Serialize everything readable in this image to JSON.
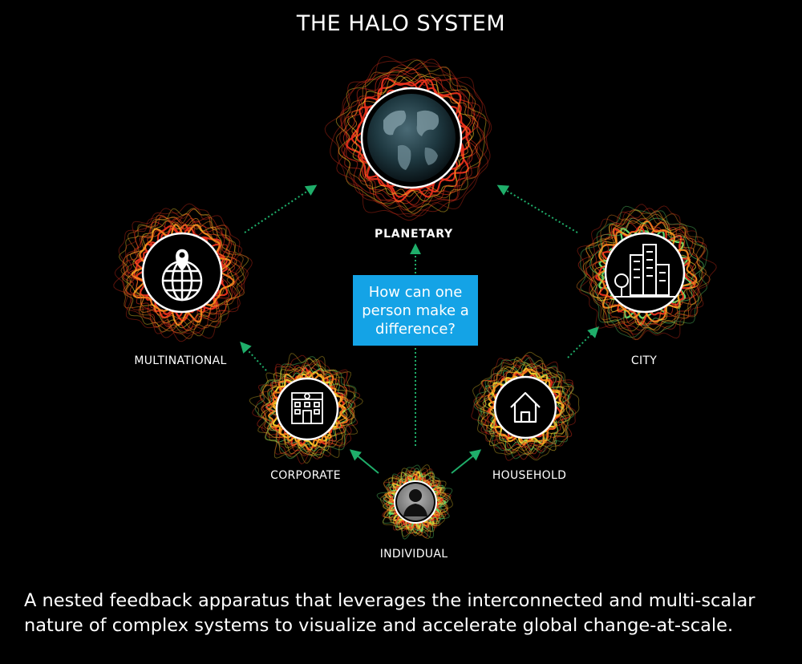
{
  "title": "THE HALO SYSTEM",
  "question": "How can one person make a difference?",
  "caption": "A nested feedback apparatus that leverages the interconnected and multi-scalar nature of complex systems to visualize and accelerate global change-at-scale.",
  "nodes": {
    "planetary": {
      "label": "PLANETARY",
      "icon": "globe-earth-icon"
    },
    "multinational": {
      "label": "MULTINATIONAL",
      "icon": "globe-pin-icon"
    },
    "city": {
      "label": "CITY",
      "icon": "city-buildings-icon"
    },
    "corporate": {
      "label": "CORPORATE",
      "icon": "office-building-icon"
    },
    "household": {
      "label": "HOUSEHOLD",
      "icon": "house-icon"
    },
    "individual": {
      "label": "INDIVIDUAL",
      "icon": "person-icon"
    }
  },
  "colors": {
    "background": "#000000",
    "arrow": "#1fae6a",
    "question_box": "#14a3e6",
    "halo_red": "#e8321c",
    "halo_orange": "#f28a1e",
    "halo_yellow": "#f6d12b",
    "halo_green": "#5fe070"
  }
}
